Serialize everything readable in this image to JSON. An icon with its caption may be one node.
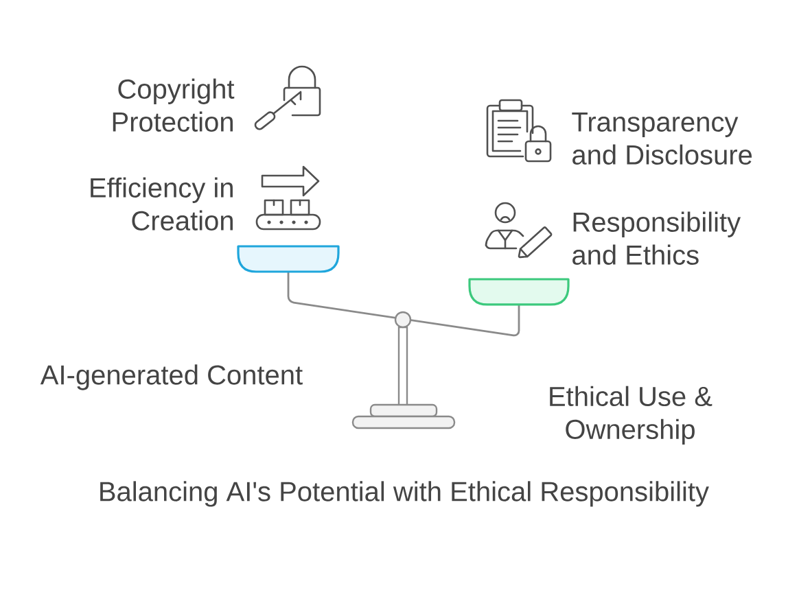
{
  "diagram": {
    "caption": "Balancing AI's Potential with Ethical Responsibility",
    "labels": [
      "Copyright Protection",
      "Transparency and Disclosure",
      "Efficiency in Creation",
      "Responsibility and Ethics",
      "AI-generated Content",
      "Ethical Use & Ownership"
    ]
  }
}
